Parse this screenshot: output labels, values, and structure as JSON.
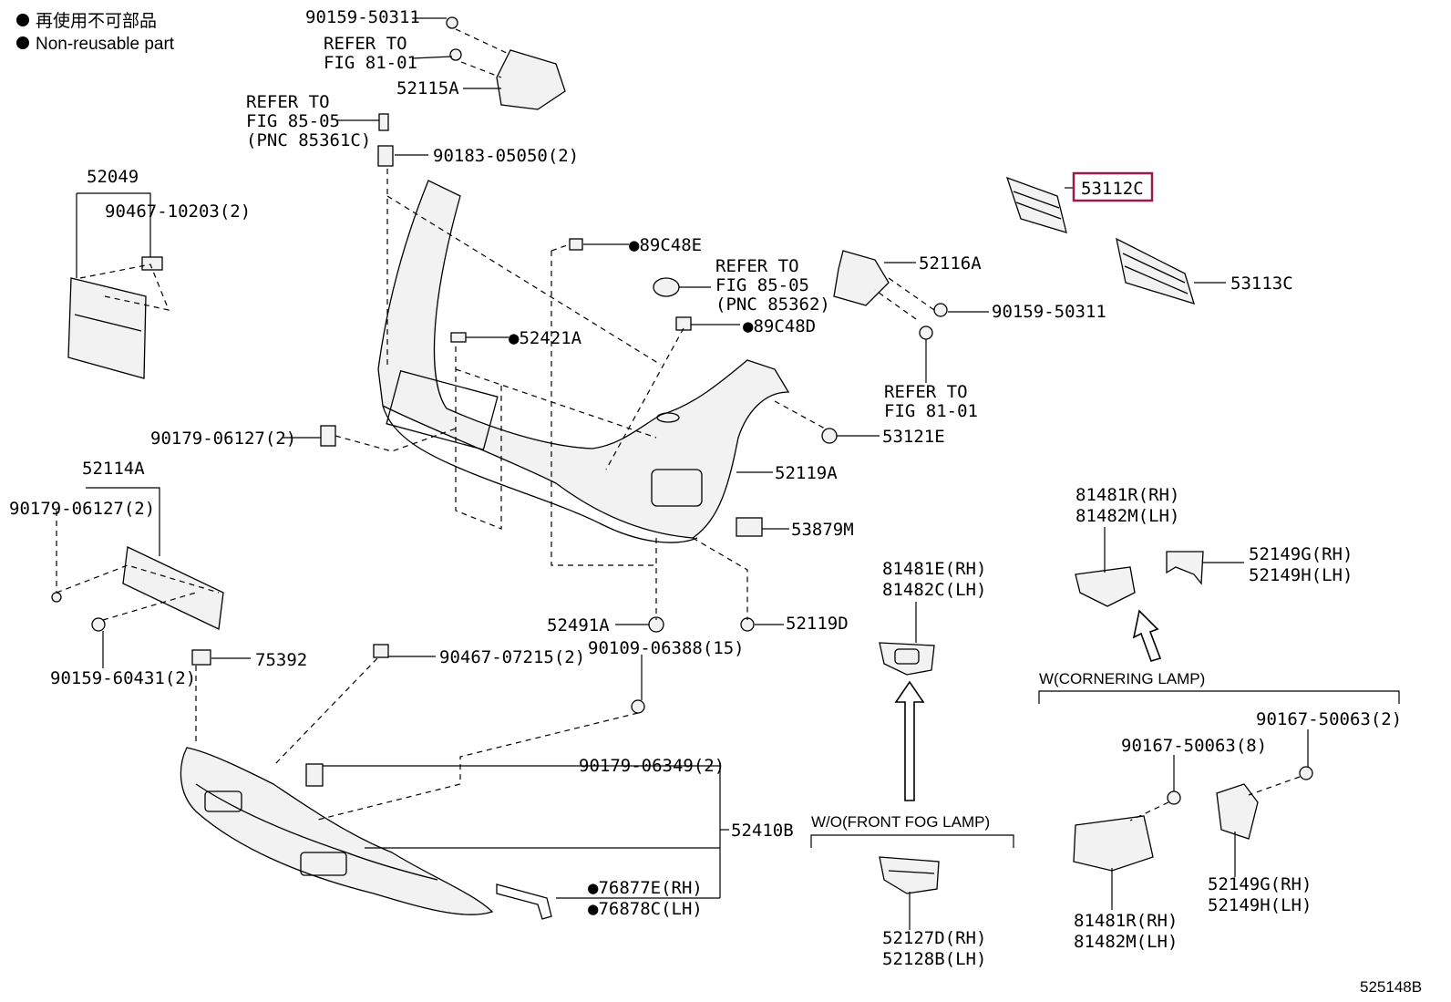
{
  "legend": {
    "line_ja": "再使用不可部品",
    "line_en": "Non-reusable part"
  },
  "diagram_id": "525148B",
  "highlight_color": "#9b1b4a",
  "labels": {
    "p_90159_50311_top": "90159-50311",
    "refer_fig_81_01_top_1": "REFER TO",
    "refer_fig_81_01_top_2": "FIG 81-01",
    "p_52115A": "52115A",
    "refer_85_05_left_1": "REFER TO",
    "refer_85_05_left_2": "FIG 85-05",
    "refer_85_05_left_3": "(PNC 85361C)",
    "p_90183_05050": "90183-05050(2)",
    "p_52049": "52049",
    "p_90467_10203": "90467-10203(2)",
    "p_89C48E": "●89C48E",
    "refer_85_05_right_1": "REFER TO",
    "refer_85_05_right_2": "FIG 85-05",
    "refer_85_05_right_3": "(PNC 85362)",
    "p_89C48D": "●89C48D",
    "p_52421A": "●52421A",
    "p_53112C": "53112C",
    "p_52116A": "52116A",
    "p_53113C": "53113C",
    "p_90159_50311_right": "90159-50311",
    "refer_fig_81_01_right_1": "REFER TO",
    "refer_fig_81_01_right_2": "FIG 81-01",
    "p_53121E": "53121E",
    "p_90179_06127_mid": "90179-06127(2)",
    "p_52119A": "52119A",
    "p_52114A": "52114A",
    "p_90179_06127_left": "90179-06127(2)",
    "p_53879M": "53879M",
    "p_81481R_top": "81481R(RH)",
    "p_81482M_top": "81482M(LH)",
    "p_81481E": "81481E(RH)",
    "p_81482C": "81482C(LH)",
    "p_52149G_top": "52149G(RH)",
    "p_52149H_top": "52149H(LH)",
    "p_52491A": "52491A",
    "p_52119D": "52119D",
    "p_90109_06388": "90109-06388(15)",
    "p_90159_60431": "90159-60431(2)",
    "p_75392": "75392",
    "p_90467_07215": "90467-07215(2)",
    "w_cornering": "W(CORNERING LAMP)",
    "p_90167_50063_2": "90167-50063(2)",
    "p_90167_50063_8": "90167-50063(8)",
    "p_90179_06349": "90179-06349(2)",
    "p_52410B": "52410B",
    "wo_fog": "W/O(FRONT FOG LAMP)",
    "p_76877E": "●76877E(RH)",
    "p_76878C": "●76878C(LH)",
    "p_52149G_bot": "52149G(RH)",
    "p_52149H_bot": "52149H(LH)",
    "p_81481R_bot": "81481R(RH)",
    "p_81482M_bot": "81482M(LH)",
    "p_52127D": "52127D(RH)",
    "p_52128B": "52128B(LH)"
  }
}
